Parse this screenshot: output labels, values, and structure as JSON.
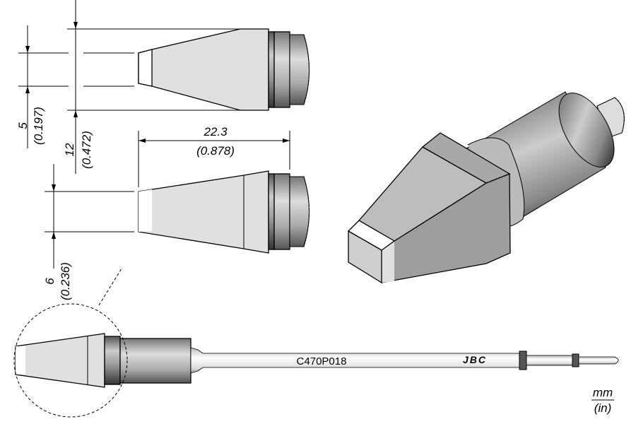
{
  "title": "Soldering tip technical drawing",
  "dimensions": {
    "tip_width": {
      "mm": "5",
      "in": "(0.197)"
    },
    "total_width": {
      "mm": "12",
      "in": "(0.472)"
    },
    "length": {
      "mm": "22.3",
      "in": "(0.878)"
    },
    "thickness": {
      "mm": "6",
      "in": "(0.236)"
    }
  },
  "cartridge": {
    "part_number": "C470P018",
    "brand": "JBC"
  },
  "units": {
    "primary": "mm",
    "secondary": "(in)"
  },
  "colors": {
    "light_face": "#e0e0e0",
    "mid_face": "#bdbdbd",
    "dark_face": "#9e9e9e"
  }
}
